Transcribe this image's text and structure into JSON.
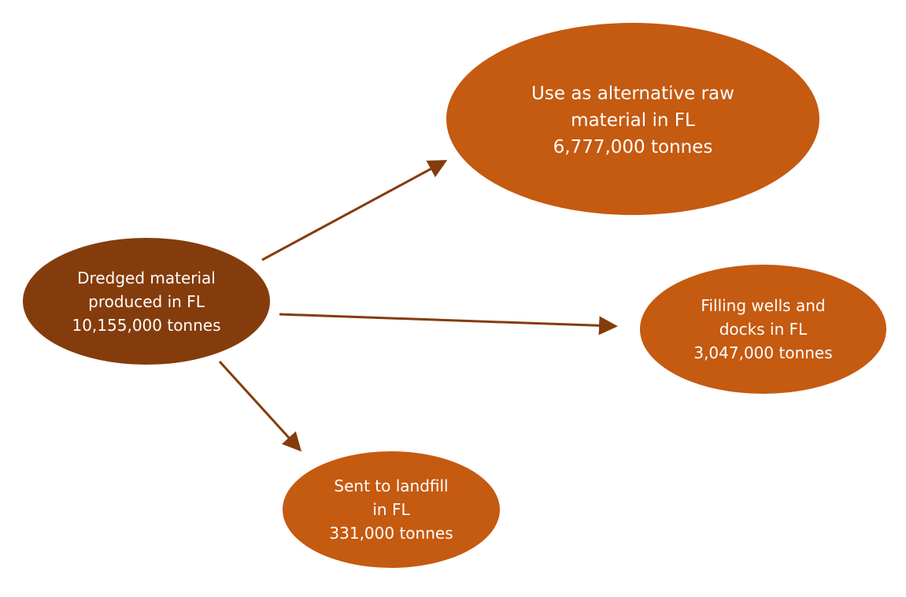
{
  "colors": {
    "source_fill": "#843C0C",
    "destination_fill": "#C55A11",
    "arrow": "#843C0C",
    "text": "#FFFFFF"
  },
  "nodes": {
    "source": {
      "lines": [
        "Dredged material",
        "produced in FL",
        "10,155,000 tonnes"
      ]
    },
    "raw_material": {
      "lines": [
        "Use as alternative raw",
        "material in FL",
        "6,777,000 tonnes"
      ]
    },
    "wells_docks": {
      "lines": [
        "Filling wells and",
        "docks in FL",
        "3,047,000 tonnes"
      ]
    },
    "landfill": {
      "lines": [
        "Sent to landfill",
        "in FL",
        "331,000 tonnes"
      ]
    }
  }
}
